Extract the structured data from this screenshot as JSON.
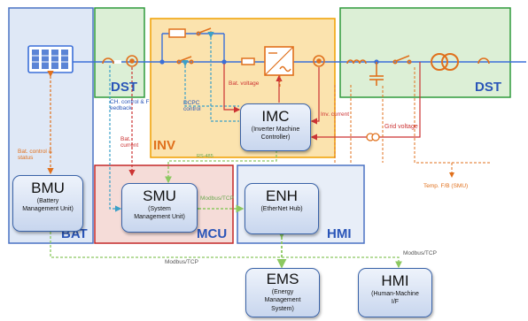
{
  "colors": {
    "bat_fill": "#dfe8f6",
    "bat_border": "#4a72c4",
    "dst_fill": "#dcefd6",
    "dst_border": "#2e9a3c",
    "inv_fill": "#fbe3ae",
    "inv_border": "#f0a000",
    "mcu_fill": "#f5dcd8",
    "mcu_border": "#c42828",
    "hmi_fill": "#e8eef8",
    "hmi_border": "#4a72c4",
    "bus_line": "#3b6fd8",
    "power_icon": "#e0701c",
    "control_line": "#cc3333",
    "comm_line": "#8cc860",
    "label_blue": "#2a55b8",
    "label_orange": "#e0701c",
    "label_red": "#cc3333"
  },
  "sections": {
    "bat": "BAT",
    "dst_left": "DST",
    "dst_right": "DST",
    "inv": "INV",
    "mcu": "MCU",
    "hmi": "HMI"
  },
  "boxes": {
    "bmu": {
      "title": "BMU",
      "sub1": "(Battery",
      "sub2": "Management Unit)"
    },
    "smu": {
      "title": "SMU",
      "sub1": "(System",
      "sub2": "Management Unit)"
    },
    "imc": {
      "title": "IMC",
      "sub1": "(Inverter Machine",
      "sub2": "Controller)"
    },
    "enh": {
      "title": "ENH",
      "sub1": "(EtherNet Hub)",
      "sub2": ""
    },
    "ems": {
      "title": "EMS",
      "sub1": "(Energy",
      "sub2": "Management",
      "sub3": "System)"
    },
    "hmi": {
      "title": "HMI",
      "sub1": "(Human-Machine",
      "sub2": "I/F"
    }
  },
  "signals": {
    "bat_control_1": "Bat. control &",
    "bat_control_2": "status",
    "ch_control_1": "CH. control & F",
    "ch_control_2": "eedback",
    "dcpc_1": "DCPC",
    "dcpc_2": "control",
    "bat_voltage": "Bat. voltage",
    "bat_current_1": "Bat.",
    "bat_current_2": "current",
    "inv_current": "Inv. current",
    "grid_voltage": "Grid voltage",
    "rs485": "RS-485",
    "modbus_smu": "Modbus/TCP",
    "modbus_bottom": "Modbus/TCP",
    "modbus_right": "Modbus/TCP",
    "temp_fb": "Temp. F/B (SMU)"
  }
}
